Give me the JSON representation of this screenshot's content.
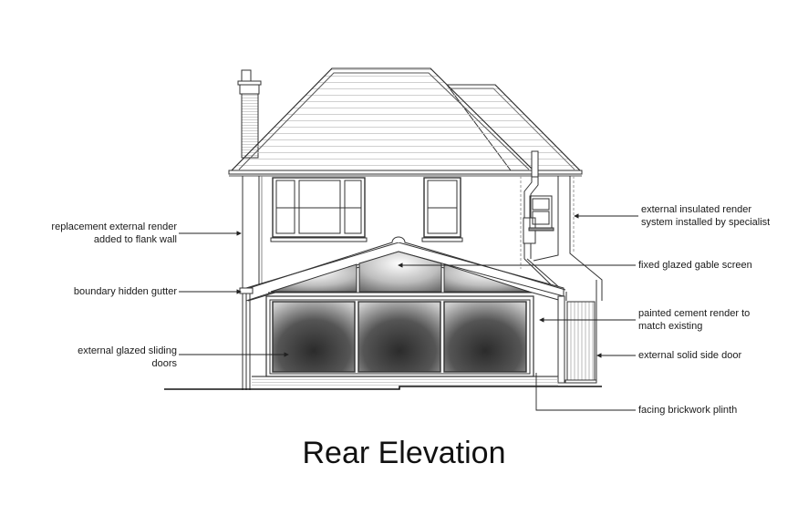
{
  "title": "Rear Elevation",
  "annotations": {
    "left": [
      {
        "line1": "replacement external render",
        "line2": "added to flank wall"
      },
      {
        "line1": "boundary hidden gutter",
        "line2": ""
      },
      {
        "line1": "external glazed sliding",
        "line2": "doors"
      }
    ],
    "right": [
      {
        "line1": "external insulated render",
        "line2": "system installed by specialist"
      },
      {
        "line1": "fixed glazed gable screen",
        "line2": ""
      },
      {
        "line1": "painted cement render to",
        "line2": "match existing"
      },
      {
        "line1": "external solid side door",
        "line2": ""
      },
      {
        "line1": "facing brickwork plinth",
        "line2": ""
      }
    ]
  },
  "colors": {
    "line": "#333333",
    "light_line": "#9a9a9a",
    "glass_dark": "#2a2a2a",
    "glass_light": "#e8e8e8",
    "background": "#ffffff"
  }
}
